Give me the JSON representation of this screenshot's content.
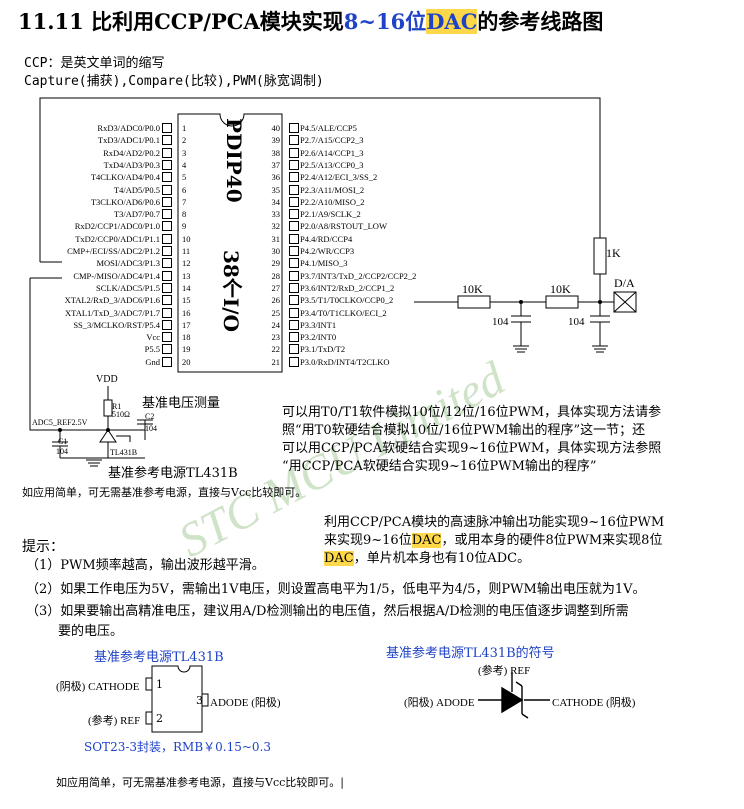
{
  "title": {
    "number": "11.11",
    "part1": "比利用CCP/PCA模块实现",
    "part2": "8~16位",
    "part3": "DAC",
    "part4": "的参考线路图"
  },
  "intro": {
    "line1": "CCP：是英文单词的缩写",
    "line2": "Capture(捕获),Compare(比较),PWM(脉宽调制)"
  },
  "chip": {
    "package": "PDIP40",
    "io": "38个I/O",
    "left_pins": [
      {
        "n": "1",
        "label": "RxD3/ADC0/P0.0"
      },
      {
        "n": "2",
        "label": "TxD3/ADC1/P0.1"
      },
      {
        "n": "3",
        "label": "RxD4/AD2/P0.2"
      },
      {
        "n": "4",
        "label": "TxD4/AD3/P0.3"
      },
      {
        "n": "5",
        "label": "T4CLKO/AD4/P0.4"
      },
      {
        "n": "6",
        "label": "T4/AD5/P0.5"
      },
      {
        "n": "7",
        "label": "T3CLKO/AD6/P0.6"
      },
      {
        "n": "8",
        "label": "T3/AD7/P0.7"
      },
      {
        "n": "9",
        "label": "RxD2/CCP1/ADC0/P1.0"
      },
      {
        "n": "10",
        "label": "TxD2/CCP0/ADC1/P1.1"
      },
      {
        "n": "11",
        "label": "CMP+/ECI/SS/ADC2/P1.2"
      },
      {
        "n": "12",
        "label": "MOSI/ADC3/P1.3"
      },
      {
        "n": "13",
        "label": "CMP-/MISO/ADC4/P1.4"
      },
      {
        "n": "14",
        "label": "SCLK/ADC5/P1.5"
      },
      {
        "n": "15",
        "label": "XTAL2/RxD_3/ADC6/P1.6"
      },
      {
        "n": "16",
        "label": "XTAL1/TxD_3/ADC7/P1.7"
      },
      {
        "n": "17",
        "label": "SS_3/MCLKO/RST/P5.4"
      },
      {
        "n": "18",
        "label": "Vcc"
      },
      {
        "n": "19",
        "label": "P5.5"
      },
      {
        "n": "20",
        "label": "Gnd"
      }
    ],
    "right_pins": [
      {
        "n": "40",
        "label": "P4.5/ALE/CCP5"
      },
      {
        "n": "39",
        "label": "P2.7/A15/CCP2_3"
      },
      {
        "n": "38",
        "label": "P2.6/A14/CCP1_3"
      },
      {
        "n": "37",
        "label": "P2.5/A13/CCP0_3"
      },
      {
        "n": "36",
        "label": "P2.4/A12/ECI_3/SS_2"
      },
      {
        "n": "35",
        "label": "P2.3/A11/MOSI_2"
      },
      {
        "n": "34",
        "label": "P2.2/A10/MISO_2"
      },
      {
        "n": "33",
        "label": "P2.1/A9/SCLK_2"
      },
      {
        "n": "32",
        "label": "P2.0/A8/RSTOUT_LOW"
      },
      {
        "n": "31",
        "label": "P4.4/RD/CCP4"
      },
      {
        "n": "30",
        "label": "P4.2/WR/CCP3"
      },
      {
        "n": "29",
        "label": "P4.1/MISO_3"
      },
      {
        "n": "28",
        "label": "P3.7/INT3/TxD_2/CCP2/CCP2_2"
      },
      {
        "n": "27",
        "label": "P3.6/INT2/RxD_2/CCP1_2"
      },
      {
        "n": "26",
        "label": "P3.5/T1/T0CLKO/CCP0_2"
      },
      {
        "n": "25",
        "label": "P3.4/T0/T1CLKO/ECI_2"
      },
      {
        "n": "24",
        "label": "P3.3/INT1"
      },
      {
        "n": "23",
        "label": "P3.2/INT0"
      },
      {
        "n": "22",
        "label": "P3.1/TxD/T2"
      },
      {
        "n": "21",
        "label": "P3.0/RxD/INT4/T2CLKO"
      }
    ]
  },
  "circuit": {
    "r_1k": "1K",
    "da": "D/A",
    "r_10k_a": "10K",
    "r_10k_b": "10K",
    "c_104_a": "104",
    "c_104_b": "104",
    "vdd": "VDD",
    "r1": "R1",
    "r1_val": "510Ω",
    "c2": "C2",
    "c2_val": "104",
    "c1": "C1",
    "c1_val": "104",
    "adc_ref": "ADC5_REF2.5V",
    "tl431": "TL431B",
    "ref_measure": "基准电压测量",
    "ref_source": "基准参考电源TL431B"
  },
  "watermark": "STC MCU Limited",
  "simple_note": "如应用简单，可无需基准参考电源，直接与Vcc比较即可。",
  "pwm_note": {
    "line1": "可以用T0/T1软件模拟10位/12位/16位PWM，具体实现方法请参",
    "line2": "照“用T0软硬结合模拟10位/16位PWM输出的程序”这一节；还",
    "line3": "可以用CCP/PCA软硬结合实现9~16位PWM，具体实现方法参照",
    "line4": "“用CCP/PCA软硬结合实现9~16位PWM输出的程序”"
  },
  "pca_note": {
    "line1": "利用CCP/PCA模块的高速脉冲输出功能实现9~16位PWM",
    "line2a": "来实现9~16位",
    "line2b": "DAC",
    "line2c": "，或用本身的硬件8位PWM来实现8位",
    "line3a": "DAC",
    "line3b": "，单片机本身也有10位ADC。"
  },
  "tips": {
    "heading": "提示：",
    "t1": "（1）PWM频率越高，输出波形越平滑。",
    "t2": "（2）如果工作电压为5V，需输出1V电压，则设置高电平为1/5，低电平为4/5，则PWM输出电压就为1V。",
    "t3a": "（3）如果要输出高精准电压，建议用A/D检测输出的电压值，然后根据A/D检测的电压值逐步调整到所需",
    "t3b": "要的电压。"
  },
  "tl431_pkg": {
    "title": "基准参考电源TL431B",
    "cathode": "(阴极) CATHODE",
    "ref": "(参考) REF",
    "anode": "ADODE (阳极)",
    "p1": "1",
    "p2": "2",
    "p3": "3",
    "sot": "SOT23-3封装，RMB￥0.15~0.3"
  },
  "tl431_sym": {
    "title": "基准参考电源TL431B的符号",
    "ref": "(参考) REF",
    "anode": "(阳极) ADODE",
    "cathode": "CATHODE (阴极)"
  },
  "footer": "如应用简单，可无需基准参考电源，直接与Vcc比较即可。|"
}
